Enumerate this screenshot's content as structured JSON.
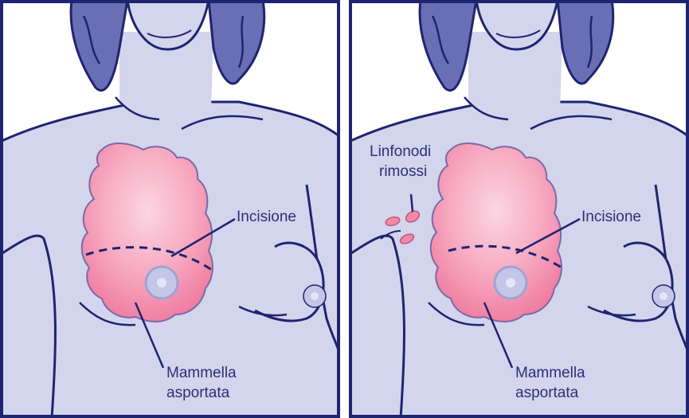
{
  "panels": [
    {
      "id": "mastectomy",
      "labels": {
        "incision": "Incisione",
        "removed_breast_line1": "Mammella",
        "removed_breast_line2": "asportata"
      }
    },
    {
      "id": "mastectomy-with-nodes",
      "labels": {
        "incision": "Incisione",
        "removed_breast_line1": "Mammella",
        "removed_breast_line2": "asportata",
        "nodes_line1": "Linfonodi",
        "nodes_line2": "rimossi"
      }
    }
  ],
  "colors": {
    "skin": "#d3d5ec",
    "outline": "#1e2470",
    "hair": "#6a6fb5",
    "breast_pink": "#f08aa8",
    "nipple": "#c3c6e6",
    "background": "#ffffff"
  }
}
